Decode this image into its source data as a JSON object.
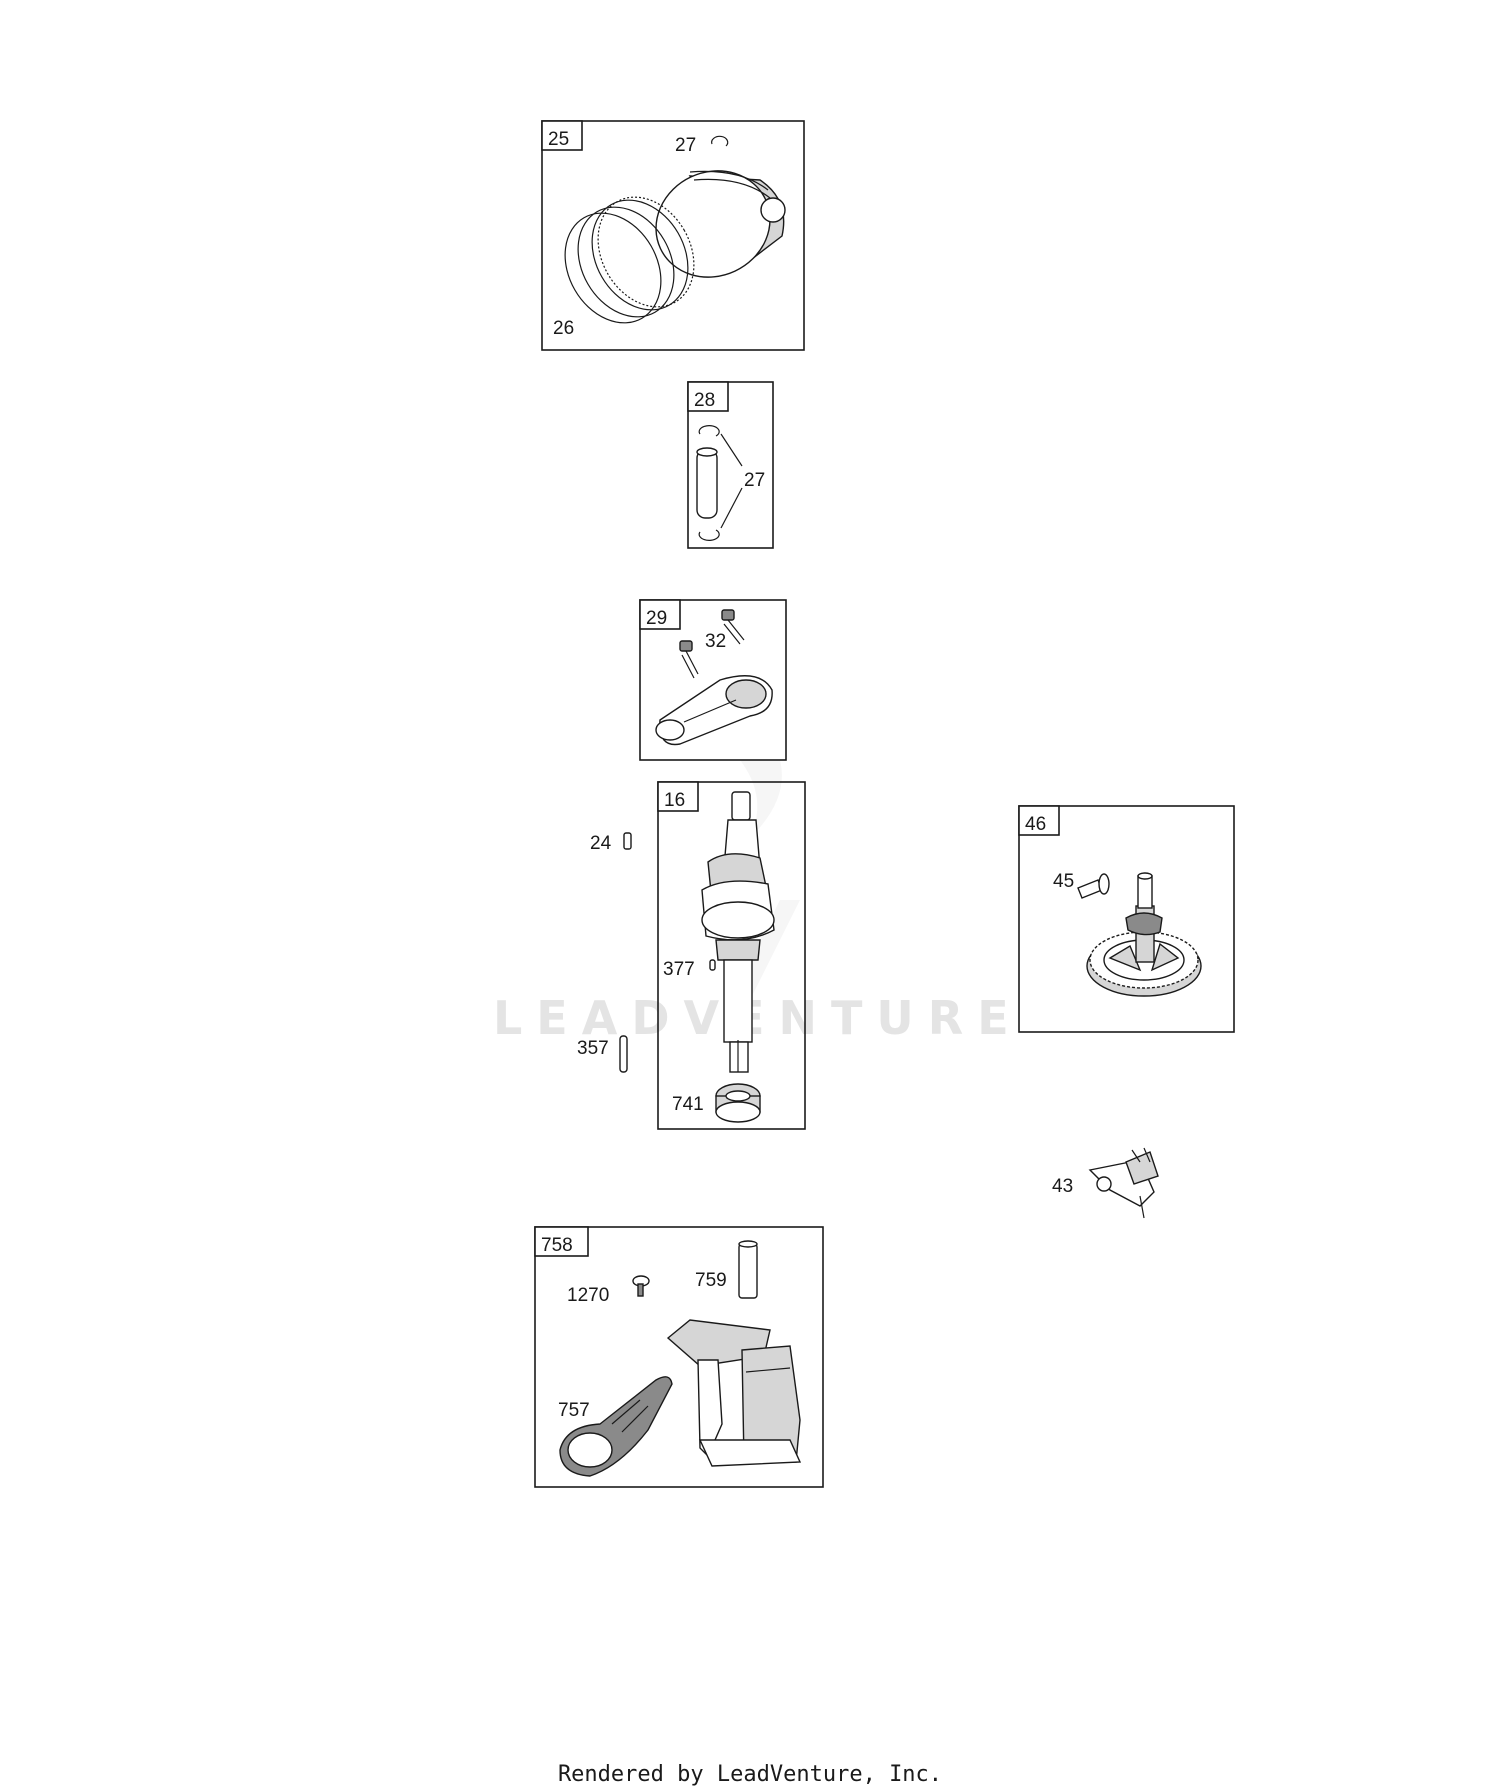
{
  "watermark": "LEADVENTURE",
  "footer": "Rendered by LeadVenture, Inc.",
  "groups": [
    {
      "id": "25",
      "parts": [
        "27",
        "26"
      ]
    },
    {
      "id": "28",
      "parts": [
        "27"
      ]
    },
    {
      "id": "29",
      "parts": [
        "32"
      ]
    },
    {
      "id": "16",
      "parts": [
        "377",
        "741"
      ]
    },
    {
      "id": "46",
      "parts": [
        "45"
      ]
    },
    {
      "id": "758",
      "parts": [
        "1270",
        "759",
        "757"
      ]
    }
  ],
  "loose_parts": [
    "24",
    "357",
    "43"
  ]
}
